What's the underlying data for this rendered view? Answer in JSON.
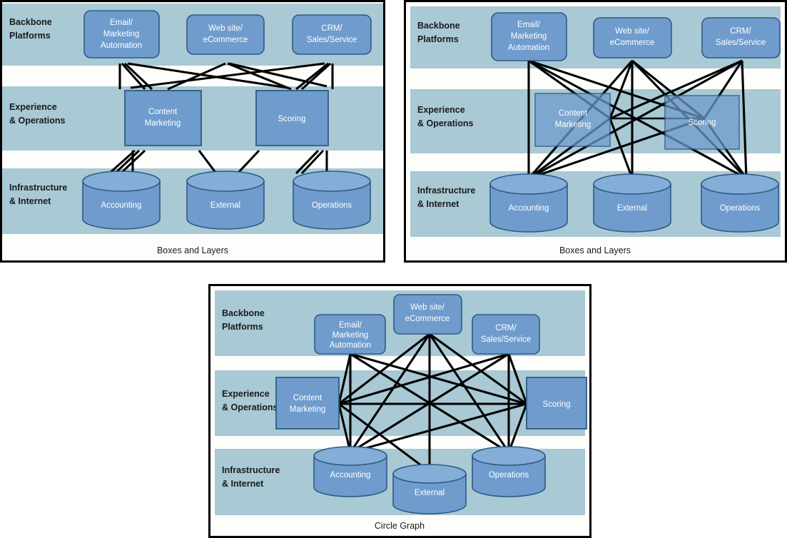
{
  "figure": {
    "title": "Three layouts of the same marketing technology stack graph",
    "panels": [
      {
        "id": "boxes-layers-1",
        "caption": "Boxes and Layers",
        "lanes": [
          {
            "id": "backbone",
            "line1": "Backbone",
            "line2": "Platforms"
          },
          {
            "id": "experience",
            "line1": "Experience",
            "line2": "& Operations"
          },
          {
            "id": "infrastructure",
            "line1": "Infrastructure",
            "line2": "& Internet"
          }
        ],
        "nodes": [
          {
            "id": "email",
            "shape": "rounded-rect",
            "lane": "backbone",
            "lines": [
              "Email/",
              "Marketing",
              "Automation"
            ]
          },
          {
            "id": "website",
            "shape": "rounded-rect",
            "lane": "backbone",
            "lines": [
              "Web site/",
              "eCommerce"
            ]
          },
          {
            "id": "crm",
            "shape": "rounded-rect",
            "lane": "backbone",
            "lines": [
              "CRM/",
              "Sales/Service"
            ]
          },
          {
            "id": "content",
            "shape": "rect",
            "lane": "experience",
            "lines": [
              "Content",
              "Marketing"
            ]
          },
          {
            "id": "scoring",
            "shape": "rect",
            "lane": "experience",
            "lines": [
              "Scoring"
            ]
          },
          {
            "id": "accounting",
            "shape": "cylinder",
            "lane": "infrastructure",
            "lines": [
              "Accounting"
            ]
          },
          {
            "id": "external",
            "shape": "cylinder",
            "lane": "infrastructure",
            "lines": [
              "External"
            ]
          },
          {
            "id": "operations",
            "shape": "cylinder",
            "lane": "infrastructure",
            "lines": [
              "Operations"
            ]
          }
        ]
      },
      {
        "id": "boxes-layers-2",
        "caption": "Boxes and Layers",
        "lanes": [
          {
            "id": "backbone",
            "line1": "Backbone",
            "line2": "Platforms"
          },
          {
            "id": "experience",
            "line1": "Experience",
            "line2": "& Operations"
          },
          {
            "id": "infrastructure",
            "line1": "Infrastructure",
            "line2": "& Internet"
          }
        ],
        "nodes": [
          {
            "id": "email",
            "shape": "rounded-rect",
            "lane": "backbone",
            "lines": [
              "Email/",
              "Marketing",
              "Automation"
            ]
          },
          {
            "id": "website",
            "shape": "rounded-rect",
            "lane": "backbone",
            "lines": [
              "Web site/",
              "eCommerce"
            ]
          },
          {
            "id": "crm",
            "shape": "rounded-rect",
            "lane": "backbone",
            "lines": [
              "CRM/",
              "Sales/Service"
            ]
          },
          {
            "id": "content",
            "shape": "rect",
            "lane": "experience",
            "lines": [
              "Content",
              "Marketing"
            ]
          },
          {
            "id": "scoring",
            "shape": "rect",
            "lane": "experience",
            "lines": [
              "Scoring"
            ]
          },
          {
            "id": "accounting",
            "shape": "cylinder",
            "lane": "infrastructure",
            "lines": [
              "Accounting"
            ]
          },
          {
            "id": "external",
            "shape": "cylinder",
            "lane": "infrastructure",
            "lines": [
              "External"
            ]
          },
          {
            "id": "operations",
            "shape": "cylinder",
            "lane": "infrastructure",
            "lines": [
              "Operations"
            ]
          }
        ]
      },
      {
        "id": "circle-graph",
        "caption": "Circle Graph",
        "lanes": [
          {
            "id": "backbone",
            "line1": "Backbone",
            "line2": "Platforms"
          },
          {
            "id": "experience",
            "line1": "Experience",
            "line2": "& Operations"
          },
          {
            "id": "infrastructure",
            "line1": "Infrastructure",
            "line2": "& Internet"
          }
        ],
        "nodes": [
          {
            "id": "email",
            "shape": "rounded-rect",
            "lane": "backbone",
            "lines": [
              "Email/",
              "Marketing",
              "Automation"
            ]
          },
          {
            "id": "website",
            "shape": "rounded-rect",
            "lane": "backbone",
            "lines": [
              "Web site/",
              "eCommerce"
            ]
          },
          {
            "id": "crm",
            "shape": "rounded-rect",
            "lane": "backbone",
            "lines": [
              "CRM/",
              "Sales/Service"
            ]
          },
          {
            "id": "content",
            "shape": "rect",
            "lane": "experience",
            "lines": [
              "Content",
              "Marketing"
            ]
          },
          {
            "id": "scoring",
            "shape": "rect",
            "lane": "experience",
            "lines": [
              "Scoring"
            ]
          },
          {
            "id": "accounting",
            "shape": "cylinder",
            "lane": "infrastructure",
            "lines": [
              "Accounting"
            ]
          },
          {
            "id": "external",
            "shape": "cylinder",
            "lane": "infrastructure",
            "lines": [
              "External"
            ]
          },
          {
            "id": "operations",
            "shape": "cylinder",
            "lane": "infrastructure",
            "lines": [
              "Operations"
            ]
          }
        ]
      }
    ],
    "colors": {
      "band": "#a9c9d4",
      "node_fill": "#6f9ccd",
      "node_stroke": "#2e5b86",
      "cylinder_top": "#84aed8",
      "edge": "#000000",
      "panel_background": "#fdfdfb",
      "panel_border": "#000000",
      "label_text": "#1a1a1a",
      "node_text": "#ffffff"
    },
    "edges": [
      {
        "from": "email",
        "to": "accounting"
      },
      {
        "from": "email",
        "to": "content"
      },
      {
        "from": "email",
        "to": "scoring"
      },
      {
        "from": "email",
        "to": "operations"
      },
      {
        "from": "website",
        "to": "content"
      },
      {
        "from": "website",
        "to": "scoring"
      },
      {
        "from": "website",
        "to": "accounting"
      },
      {
        "from": "website",
        "to": "external"
      },
      {
        "from": "website",
        "to": "operations"
      },
      {
        "from": "crm",
        "to": "scoring"
      },
      {
        "from": "crm",
        "to": "content"
      },
      {
        "from": "crm",
        "to": "accounting"
      },
      {
        "from": "crm",
        "to": "operations"
      },
      {
        "from": "content",
        "to": "scoring"
      },
      {
        "from": "content",
        "to": "accounting"
      },
      {
        "from": "content",
        "to": "external"
      },
      {
        "from": "scoring",
        "to": "accounting"
      },
      {
        "from": "scoring",
        "to": "operations"
      }
    ]
  }
}
